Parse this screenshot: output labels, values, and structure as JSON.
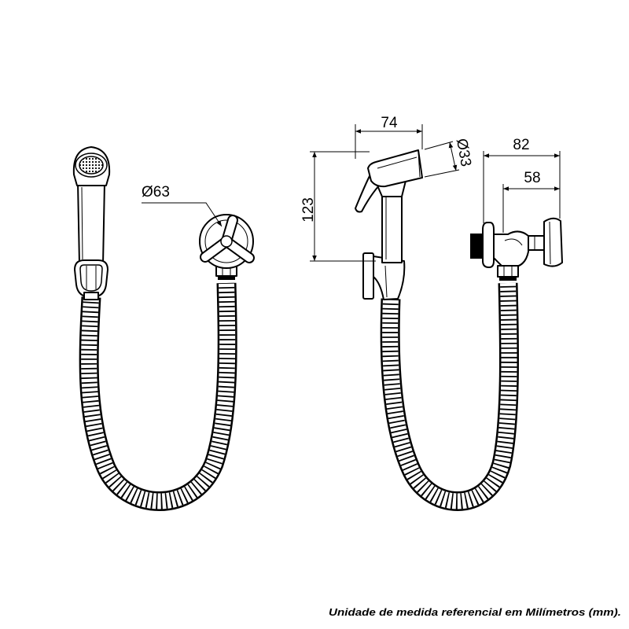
{
  "diagram": {
    "front_view": {
      "valve_diameter_label": "Ø63"
    },
    "side_view": {
      "shower_length_label": "74",
      "shower_height_label": "123",
      "head_diameter_label": "Ø33",
      "valve_depth_label": "82",
      "valve_offset_label": "58"
    }
  },
  "footer": {
    "note": "Unidade de medida referencial em Milímetros (mm)."
  }
}
